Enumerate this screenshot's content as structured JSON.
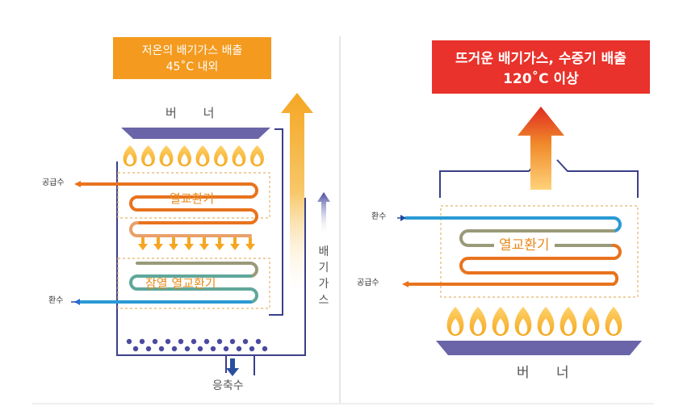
{
  "colors": {
    "orange_badge": "#f39a1f",
    "red_badge": "#e8322b",
    "pipe_orange": "#e8731e",
    "pipe_blue": "#2a9ad6",
    "pipe_gray": "#9a9a7a",
    "pipe_teal": "#5fa79b",
    "burner_purple": "#6a64a8",
    "exhaust_outline": "#3b3f8a",
    "flame": "#f4a81f",
    "arrow_orange": "#f6a623",
    "condensate_dots": "#4a4aa0",
    "hx_box_border": "#e6b36a"
  },
  "left": {
    "badge_line1": "저온의 배기가스 배출",
    "badge_line2": "45˚C 내외",
    "burner_label": "버 너",
    "hx1_label": "열교환기",
    "hx2_label": "잠열 열교환기",
    "supply_label": "공급수",
    "return_label": "환수",
    "exhaust_label": "배기가스",
    "exhaust_chars": [
      "배",
      "기",
      "가",
      "스"
    ],
    "condensate_label": "응축수"
  },
  "right": {
    "badge_line1": "뜨거운 배기가스, 수증기 배출",
    "badge_line2": "120˚C 이상",
    "hx_label": "열교환기",
    "supply_label": "공급수",
    "return_label": "환수",
    "burner_label": "버 너"
  }
}
